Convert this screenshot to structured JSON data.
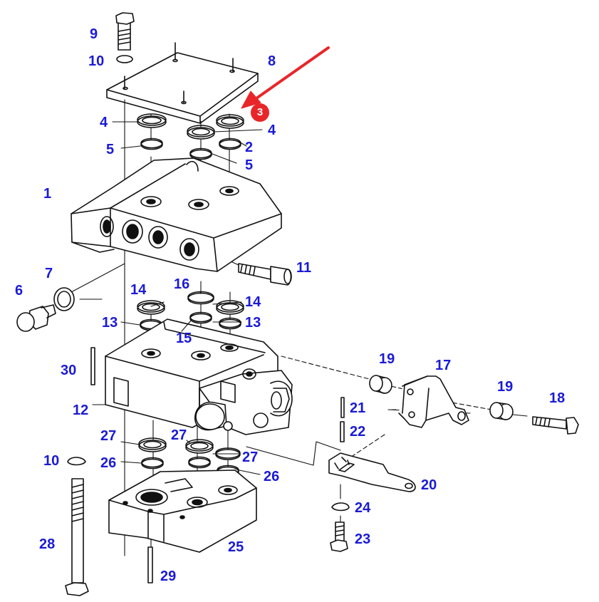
{
  "colors": {
    "callout": "#1a1ad6",
    "highlight": "#e8262a",
    "line": "#111111",
    "fill": "#ffffff"
  },
  "highlight_marker": {
    "text": "3",
    "icon": "red-arrow-icon"
  },
  "callouts": {
    "c9": "9",
    "c10a": "10",
    "c8": "8",
    "c4a": "4",
    "c4b": "4",
    "c5a": "5",
    "c2": "2",
    "c5b": "5",
    "c1": "1",
    "c7": "7",
    "c6": "6",
    "c11": "11",
    "c14a": "14",
    "c16": "16",
    "c14b": "14",
    "c13a": "13",
    "c15": "15",
    "c13b": "13",
    "c30": "30",
    "c19a": "19",
    "c17": "17",
    "c19b": "19",
    "c18": "18",
    "c12": "12",
    "c21": "21",
    "c22": "22",
    "c27a": "27",
    "c27b": "27",
    "c27c": "27",
    "c10b": "10",
    "c26a": "26",
    "c26b": "26",
    "c20": "20",
    "c24": "24",
    "c23": "23",
    "c28": "28",
    "c25": "25",
    "c29": "29"
  }
}
